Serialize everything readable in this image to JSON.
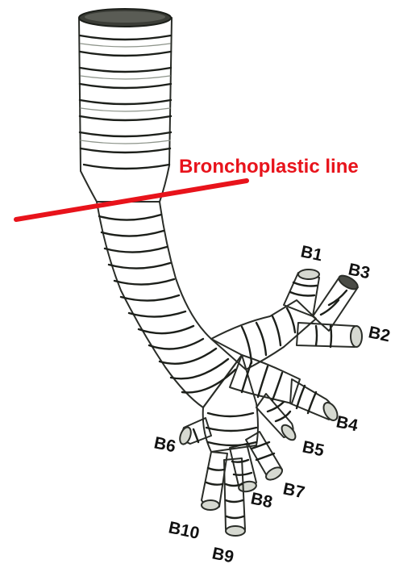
{
  "figure": {
    "resection_line_label": "Bronchoplastic line",
    "resection_line_color": "#e8131b",
    "airway_fill": "#e3e6df",
    "airway_shade": "#b9beb4",
    "segment_labels": {
      "b1": "B1",
      "b2": "B2",
      "b3": "B3",
      "b4": "B4",
      "b5": "B5",
      "b6": "B6",
      "b7": "B7",
      "b8": "B8",
      "b9": "B9",
      "b10": "B10"
    }
  }
}
